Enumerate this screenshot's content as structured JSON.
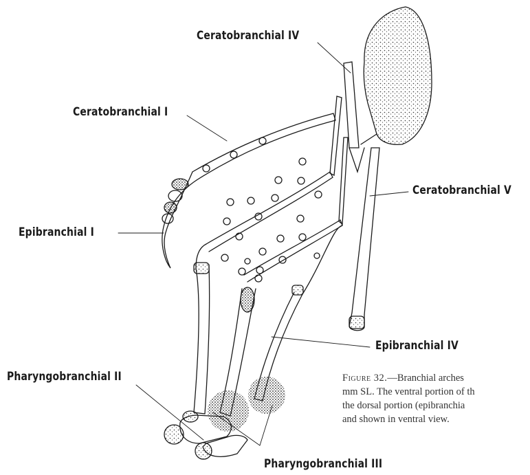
{
  "labels": {
    "ceratobranchial_iv": "Ceratobranchial IV",
    "ceratobranchial_i": "Ceratobranchial I",
    "ceratobranchial_v": "Ceratobranchial V",
    "epibranchial_i": "Epibranchial I",
    "epibranchial_iv": "Epibranchial IV",
    "pharyngobranchial_ii": "Pharyngobranchial II",
    "pharyngobranchial_iii": "Pharyngobranchial III"
  },
  "caption": {
    "figure_label": "Figure 32.",
    "line1_text": "—Branchial arches",
    "line2": "mm SL. The ventral portion of th",
    "line3": "the dorsal portion (epibranchia",
    "line4": "and shown in ventral view."
  },
  "colors": {
    "ink": "#1a1a1a",
    "background": "#ffffff"
  }
}
